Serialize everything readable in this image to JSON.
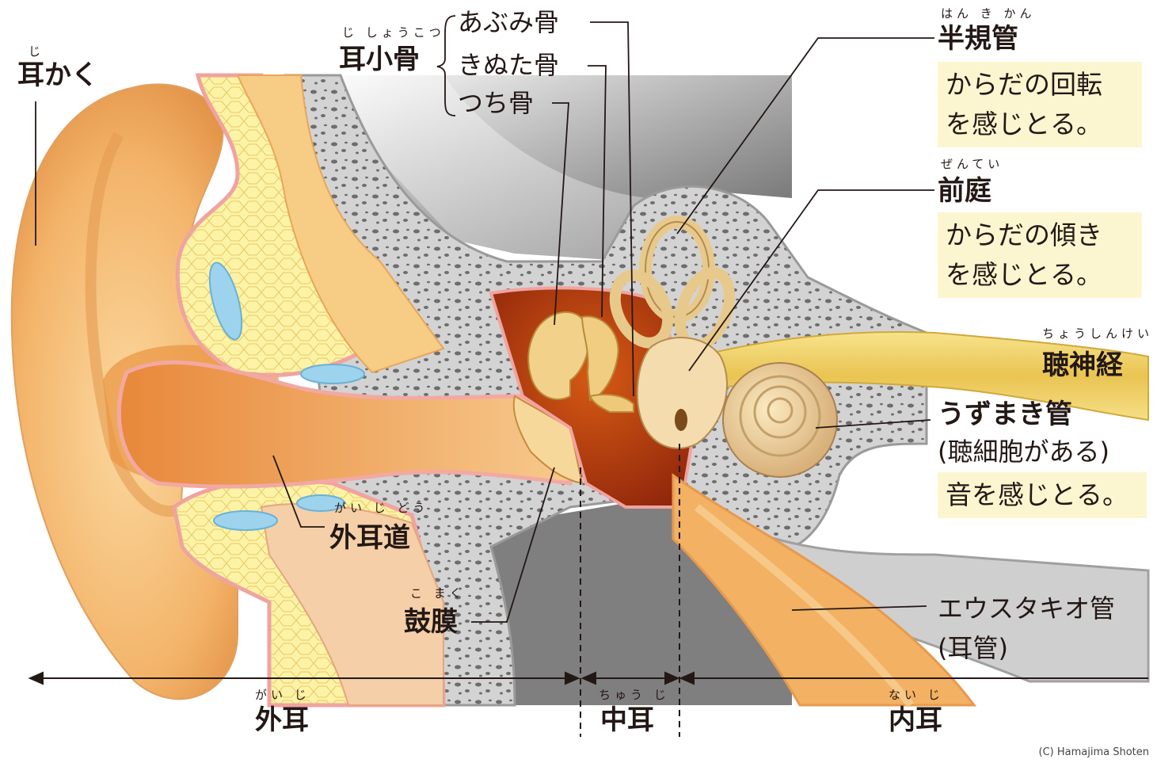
{
  "labels": {
    "auricle": {
      "text": "耳かく",
      "ruby": "じ"
    },
    "ossicles": {
      "text": "耳小骨",
      "ruby": "じ しょうこつ"
    },
    "stapes": "あぶみ骨",
    "incus": "きぬた骨",
    "malleus": "つち骨",
    "semicircular_canals": {
      "text": "半規管",
      "ruby": "はん き かん",
      "note": [
        "からだの回転",
        "を感じとる。"
      ]
    },
    "vestibule": {
      "text": "前庭",
      "ruby": "ぜんてい",
      "note": [
        "からだの傾き",
        "を感じとる。"
      ]
    },
    "auditory_nerve": {
      "text": "聴神経",
      "ruby": "ちょうしんけい"
    },
    "cochlea": {
      "text": "うずまき管",
      "sub": "(聴細胞がある)",
      "note": "音を感じとる。"
    },
    "ear_canal": {
      "text": "外耳道",
      "ruby": "がい じ どう"
    },
    "eardrum": {
      "text": "鼓膜",
      "ruby": "こ まく"
    },
    "eustachian_tube": {
      "text": "エウスタキオ管",
      "sub": "(耳管)"
    }
  },
  "sections": {
    "outer": {
      "text": "外耳",
      "ruby": "がい じ"
    },
    "middle": {
      "text": "中耳",
      "ruby": "ちゅう じ"
    },
    "inner": {
      "text": "内耳",
      "ruby": "ない じ"
    }
  },
  "colors": {
    "skin": "#f6c07a",
    "cartilage": "#fff5a8",
    "bone": "#c9c9c9",
    "cavity": "#c0440f",
    "nerve": "#f2d46a",
    "note_bg": "#fbf6cf"
  },
  "copyright": "(C) Hamajima Shoten"
}
